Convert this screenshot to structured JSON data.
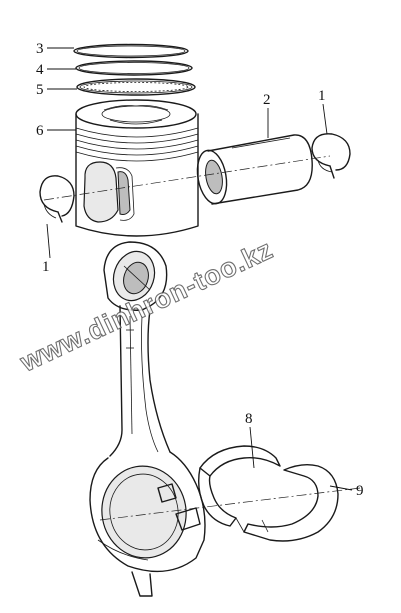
{
  "watermark": "www.dinhron-too.kz",
  "callouts": [
    {
      "id": "3",
      "label": "3"
    },
    {
      "id": "4",
      "label": "4"
    },
    {
      "id": "5",
      "label": "5"
    },
    {
      "id": "6",
      "label": "6"
    },
    {
      "id": "2",
      "label": "2"
    },
    {
      "id": "1",
      "label": "1"
    },
    {
      "id": "1b",
      "label": "1"
    },
    {
      "id": "8",
      "label": "8"
    },
    {
      "id": "9",
      "label": "9"
    }
  ]
}
